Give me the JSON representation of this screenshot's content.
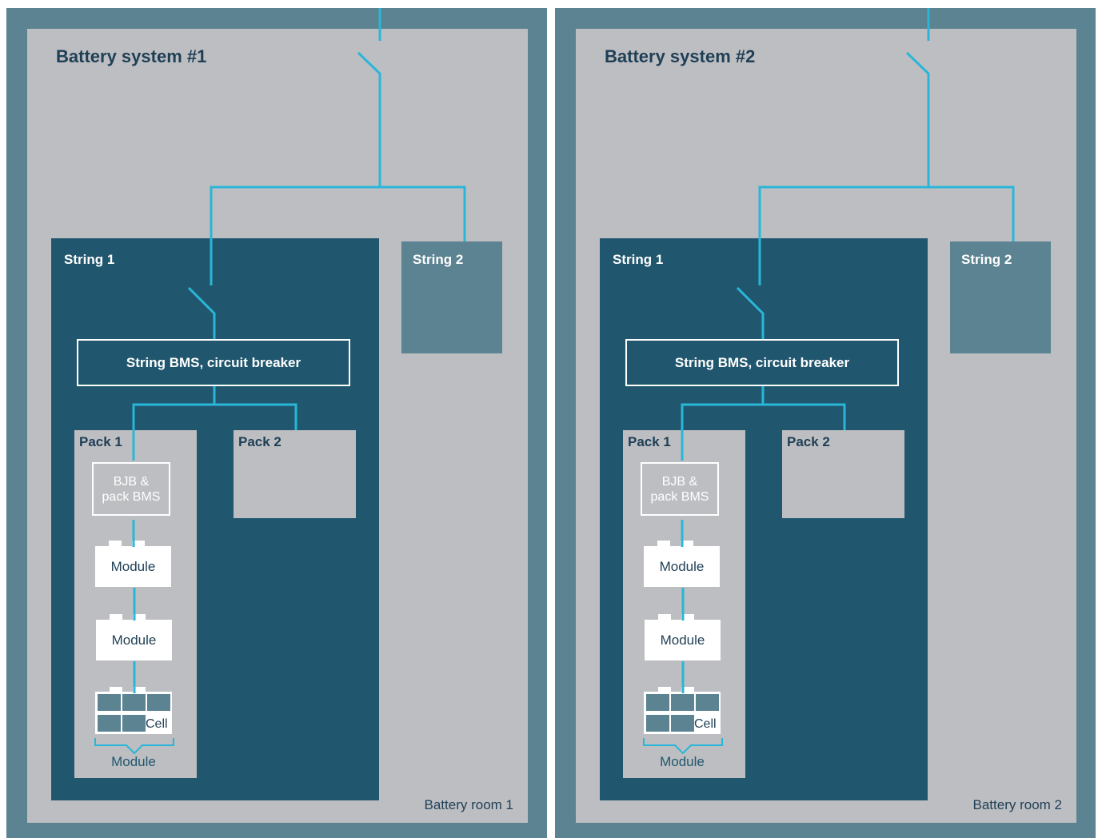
{
  "rooms": [
    {
      "title": "Battery system #1",
      "room_label": "Battery room 1",
      "string1_label": "String 1",
      "string2_label": "String 2",
      "bms_label": "String BMS, circuit breaker",
      "pack1_label": "Pack 1",
      "pack2_label": "Pack 2",
      "bjb_line1": "BJB &",
      "bjb_line2": "pack BMS",
      "module_label": "Module",
      "cell_label": "Cell",
      "module_group_label": "Module"
    },
    {
      "title": "Battery system #2",
      "room_label": "Battery room 2",
      "string1_label": "String 1",
      "string2_label": "String 2",
      "bms_label": "String BMS, circuit breaker",
      "pack1_label": "Pack 1",
      "pack2_label": "Pack 2",
      "bjb_line1": "BJB &",
      "bjb_line2": "pack BMS",
      "module_label": "Module",
      "cell_label": "Cell",
      "module_group_label": "Module"
    }
  ],
  "colors": {
    "room_border": "#5b8391",
    "room_fill": "#bdbec2",
    "string_fill": "#21576e",
    "wire": "#29b6d8",
    "text_dark": "#1f3f55"
  }
}
